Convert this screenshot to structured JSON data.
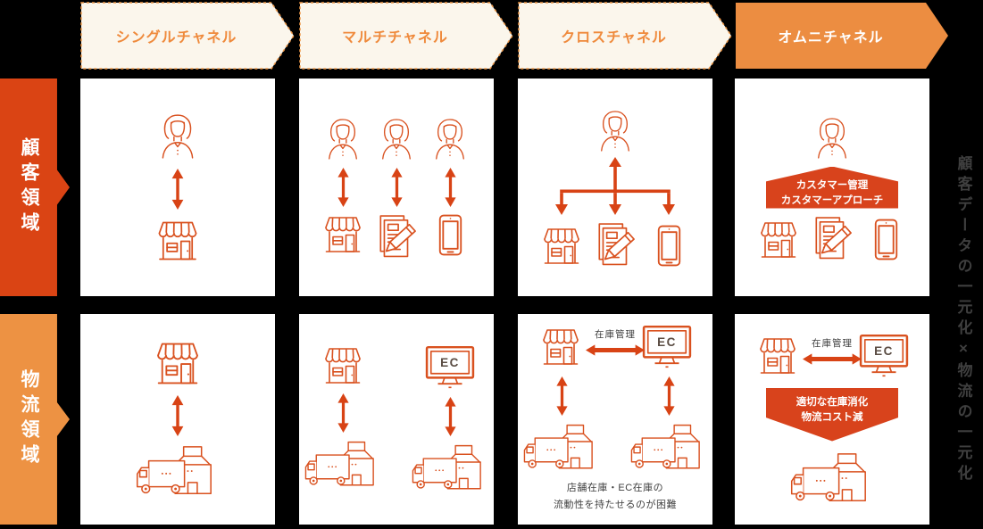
{
  "header": {
    "channels": [
      {
        "label": "シングルチャネル",
        "active": false
      },
      {
        "label": "マルチチャネル",
        "active": false
      },
      {
        "label": "クロスチャネル",
        "active": false
      },
      {
        "label": "オムニチャネル",
        "active": true
      }
    ]
  },
  "rows": {
    "customer": {
      "label": "顧客領域"
    },
    "logistics": {
      "label": "物流領域"
    }
  },
  "right_caption": "顧客データの一元化×物流の一元化",
  "labels": {
    "ec": "EC",
    "inventory_management": "在庫管理"
  },
  "banners": {
    "customer": {
      "line1": "カスタマー管理",
      "line2": "カスタマーアプローチ"
    },
    "logistics": {
      "line1": "適切な在庫消化",
      "line2": "物流コスト減"
    }
  },
  "notes": {
    "cross_channel_issue": {
      "line1": "店舗在庫・EC在庫の",
      "line2": "流動性を持たせるのが困難"
    }
  },
  "colors": {
    "background": "#000000",
    "panel_bg": "#ffffff",
    "customer_label_bg": "#da4414",
    "logistics_label_bg": "#ed9243",
    "channel_fill": "#fbf6ec",
    "channel_border": "#f09a4a",
    "channel_text": "#ef8a3c",
    "channel_active_bg": "#ec8d41",
    "channel_active_text": "#ffffff",
    "icon_line": "#d9511f",
    "arrow": "#d84315",
    "banner_bg": "#d8431c",
    "note_text": "#3f3f3f",
    "caption_text": "#3f3f3f",
    "ec_text": "#5a4c43"
  }
}
